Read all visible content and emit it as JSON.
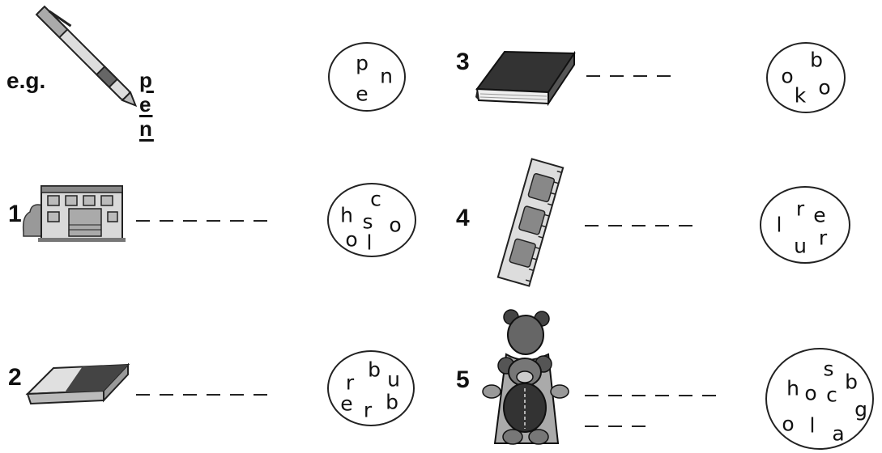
{
  "example": {
    "label": "e.g.",
    "answer": [
      "p",
      "e",
      "n"
    ],
    "circle_letters": [
      "p",
      "n",
      "e"
    ],
    "icon": "pen-icon"
  },
  "items": [
    {
      "number": "1",
      "icon": "school-building-icon",
      "blank_groups": [
        6
      ],
      "circle_letters": [
        "c",
        "h",
        "s",
        "o",
        "o",
        "l"
      ]
    },
    {
      "number": "2",
      "icon": "eraser-icon",
      "blank_groups": [
        6
      ],
      "circle_letters": [
        "b",
        "r",
        "u",
        "e",
        "r",
        "b"
      ]
    },
    {
      "number": "3",
      "icon": "book-icon",
      "blank_groups": [
        4
      ],
      "circle_letters": [
        "b",
        "o",
        "o",
        "k"
      ]
    },
    {
      "number": "4",
      "icon": "ruler-icon",
      "blank_groups": [
        5
      ],
      "circle_letters": [
        "r",
        "e",
        "l",
        "u",
        "r"
      ]
    },
    {
      "number": "5",
      "icon": "girl-with-teddy-bear-icon",
      "blank_groups": [
        6,
        3
      ],
      "circle_letters": [
        "s",
        "h",
        "b",
        "o",
        "c",
        "g",
        "o",
        "l",
        "a"
      ]
    }
  ]
}
